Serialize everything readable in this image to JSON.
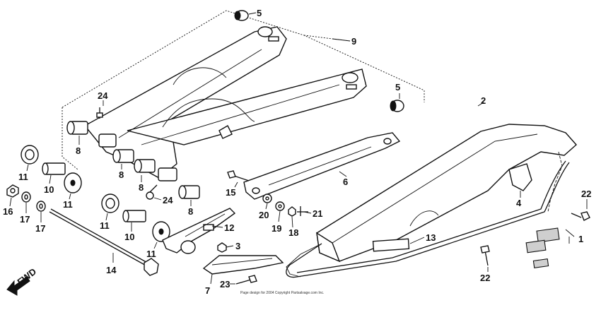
{
  "callouts": {
    "c1": "1",
    "c2": "2",
    "c3": "3",
    "c4": "4",
    "c5a": "5",
    "c5b": "5",
    "c6": "6",
    "c7": "7",
    "c8a": "8",
    "c8b": "8",
    "c8c": "8",
    "c8d": "8",
    "c9": "9",
    "c10a": "10",
    "c10b": "10",
    "c11a": "11",
    "c11b": "11",
    "c11c": "11",
    "c11d": "11",
    "c12": "12",
    "c13": "13",
    "c14": "14",
    "c15": "15",
    "c16": "16",
    "c17a": "17",
    "c17b": "17",
    "c18": "18",
    "c19": "19",
    "c20": "20",
    "c21": "21",
    "c22a": "22",
    "c22b": "22",
    "c23": "23",
    "c24a": "24",
    "c24b": "24"
  },
  "fwd_label": "FWD",
  "copyright": "Page design for 2004 Copyright Partsalvage.com Inc."
}
